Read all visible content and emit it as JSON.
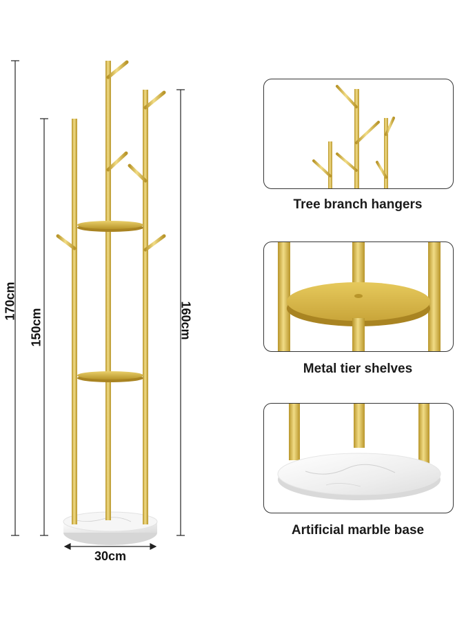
{
  "dimensions": {
    "height_total": "170cm",
    "height_left": "150cm",
    "height_right": "160cm",
    "width": "30cm"
  },
  "features": [
    {
      "caption": "Tree branch hangers",
      "icon": "branch-hooks-icon"
    },
    {
      "caption": "Metal tier shelves",
      "icon": "round-shelf-icon"
    },
    {
      "caption": "Artificial marble base",
      "icon": "marble-base-icon"
    }
  ],
  "colors": {
    "gold": "#d8b948",
    "gold_dark": "#b8952a",
    "gold_light": "#f1dc86",
    "marble": "#f1f1f1",
    "line": "#222222"
  }
}
